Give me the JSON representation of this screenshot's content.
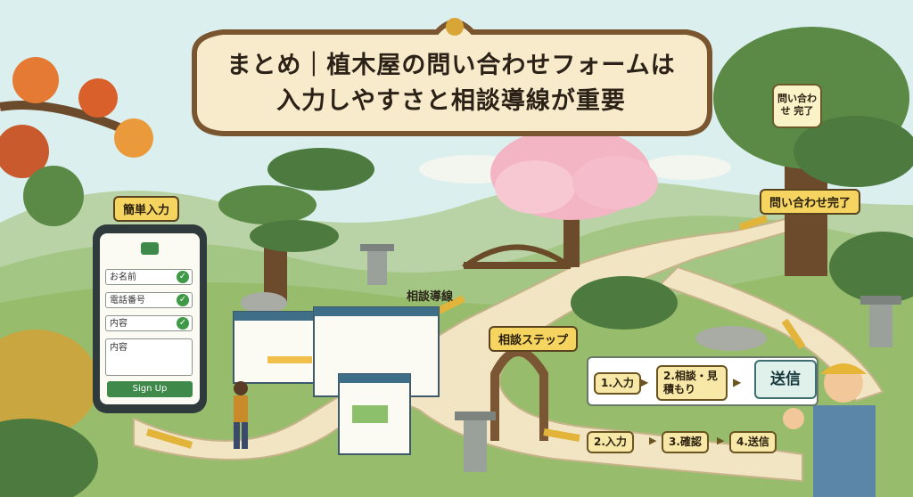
{
  "title": {
    "line1": "まとめ｜植木屋の問い合わせフォームは",
    "line2": "入力しやすさと相談導線が重要"
  },
  "labels": {
    "easy_input": "簡単入力",
    "consult_path": "相談導線",
    "consult_steps": "相談ステップ",
    "inquiry_done": "問い合わせ完了",
    "inquiry_done_bubble": "問い合わせ 完了"
  },
  "form": {
    "field_name": "お名前",
    "field_phone": "電話番号",
    "field_content": "内容",
    "field_textarea": "内容",
    "submit": "Sign Up"
  },
  "steps_panel": {
    "s1": "1.入力",
    "s2": "2.相談・見積もり",
    "send": "送信"
  },
  "path_steps": {
    "s2": "2.入力",
    "s3": "3.確認",
    "s4": "4.送信"
  },
  "colors": {
    "accent_yellow": "#f6d460",
    "check_green": "#3e9a46",
    "button_green": "#3f8a4b",
    "path": "#f1e5c4",
    "title_board": "#f7ebcc"
  }
}
